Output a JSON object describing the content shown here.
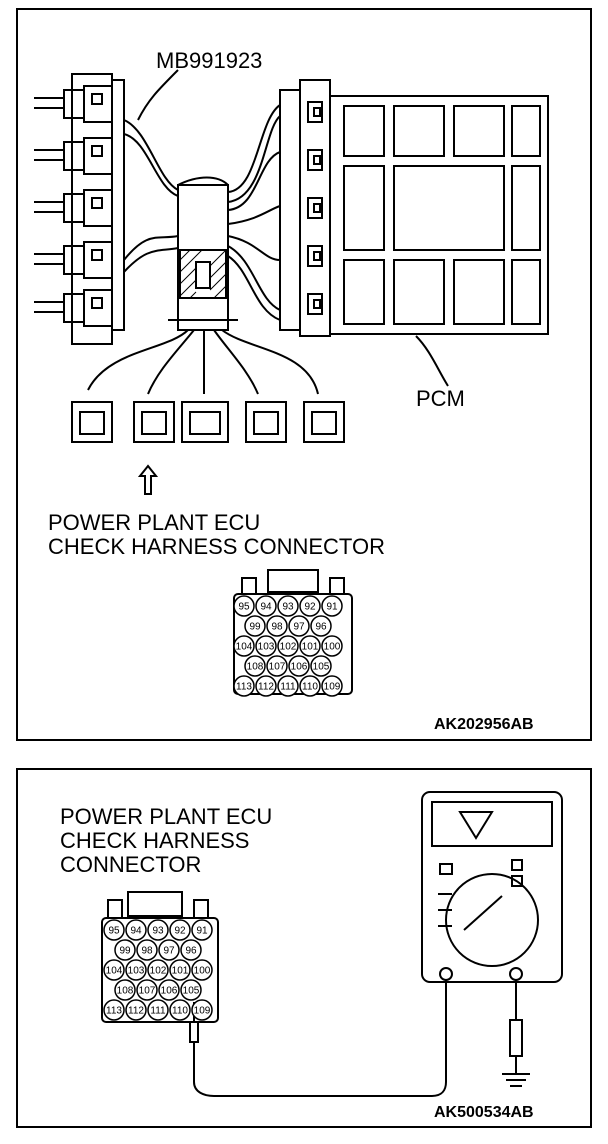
{
  "top_panel": {
    "tool_label": "MB991923",
    "pcm_label": "PCM",
    "connector_label_line1": "POWER PLANT ECU",
    "connector_label_line2": "CHECK HARNESS CONNECTOR",
    "code": "AK202956AB"
  },
  "bottom_panel": {
    "connector_label_line1": "POWER PLANT ECU",
    "connector_label_line2": "CHECK HARNESS",
    "connector_label_line3": "CONNECTOR",
    "code": "AK500534AB"
  },
  "connector_pins": {
    "row1": [
      "95",
      "94",
      "93",
      "92",
      "91"
    ],
    "row2": [
      "99",
      "98",
      "97",
      "96"
    ],
    "row3": [
      "104",
      "103",
      "102",
      "101",
      "100"
    ],
    "row4": [
      "108",
      "107",
      "106",
      "105"
    ],
    "row5": [
      "113",
      "112",
      "111",
      "110",
      "109"
    ]
  }
}
